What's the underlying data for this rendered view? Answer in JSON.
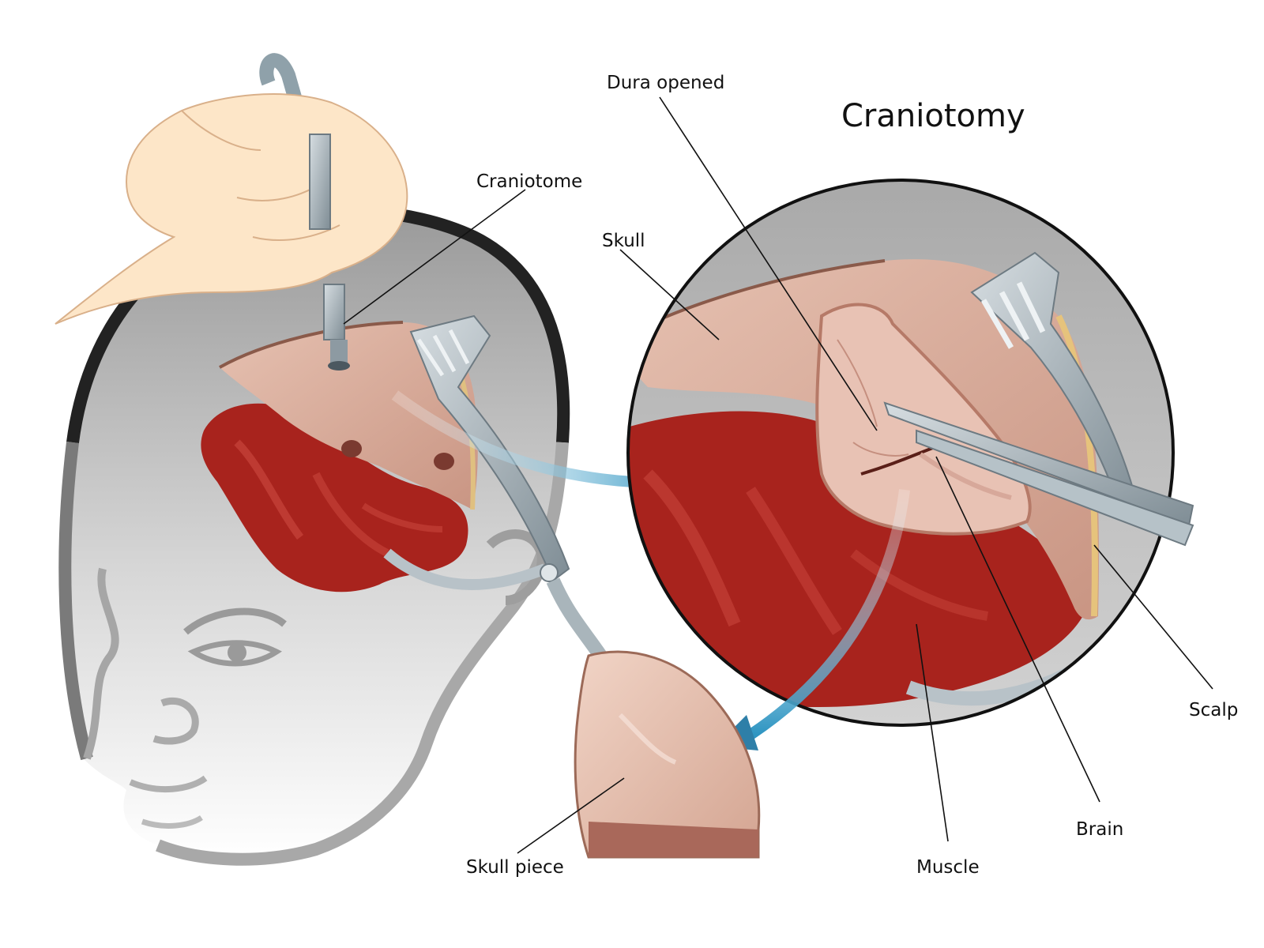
{
  "title": "Craniotomy",
  "labels": {
    "dura_opened": "Dura opened",
    "craniotome": "Craniotome",
    "skull": "Skull",
    "scalp": "Scalp",
    "brain": "Brain",
    "muscle": "Muscle",
    "skull_piece": "Skull piece"
  },
  "colors": {
    "muscle": "#a8231d",
    "bone": "#d9a896",
    "brain": "#e8c2b4",
    "instrument": "#9aa7ae",
    "arrow": "#3a9fc8",
    "skin": "#fde6c8",
    "head_gray": "#9a9a9a"
  },
  "icons": [
    "hand-icon",
    "craniotome-drill-icon",
    "retractor-icon",
    "forceps-icon",
    "arrow-icon"
  ]
}
